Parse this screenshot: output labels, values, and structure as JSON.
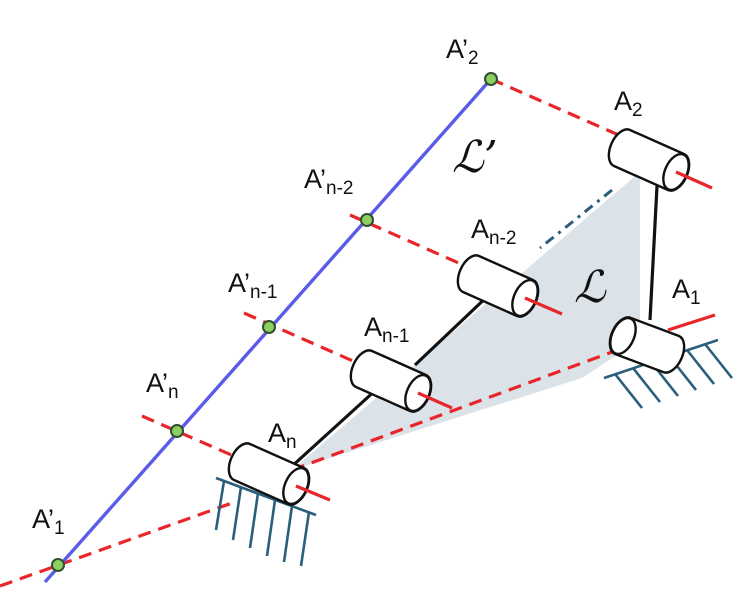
{
  "line_L_prime": {
    "label": "ℒ’",
    "color": "#5b5bea"
  },
  "plane_L": {
    "label": "ℒ",
    "color": "#dbe3e8"
  },
  "joints": {
    "A1": {
      "label": "A",
      "sub": "1"
    },
    "A2": {
      "label": "A",
      "sub": "2"
    },
    "An2": {
      "label": "A",
      "sub": "n-2"
    },
    "An1": {
      "label": "A",
      "sub": "n-1"
    },
    "An": {
      "label": "A",
      "sub": "n"
    }
  },
  "projections": {
    "A1p": {
      "label": "A’",
      "sub": "1"
    },
    "A2p": {
      "label": "A’",
      "sub": "2"
    },
    "An2p": {
      "label": "A’",
      "sub": "n-2"
    },
    "An1p": {
      "label": "A’",
      "sub": "n-1"
    },
    "Anp": {
      "label": "A’",
      "sub": "n"
    }
  },
  "colors": {
    "axis": "#e8262a",
    "ground": "#2a5e7c",
    "point": "#8fcf62"
  }
}
